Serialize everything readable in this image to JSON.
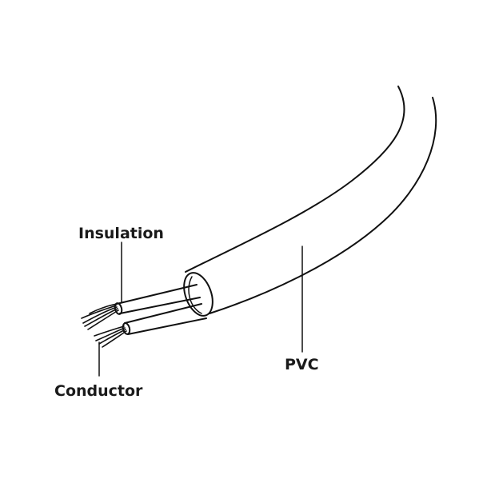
{
  "diagram": {
    "labels": {
      "insulation": "Insulation",
      "conductor": "Conductor",
      "pvc": "PVC"
    },
    "colors": {
      "background": "#ffffff",
      "ink": "#111111",
      "text": "#1a1a1a"
    }
  }
}
